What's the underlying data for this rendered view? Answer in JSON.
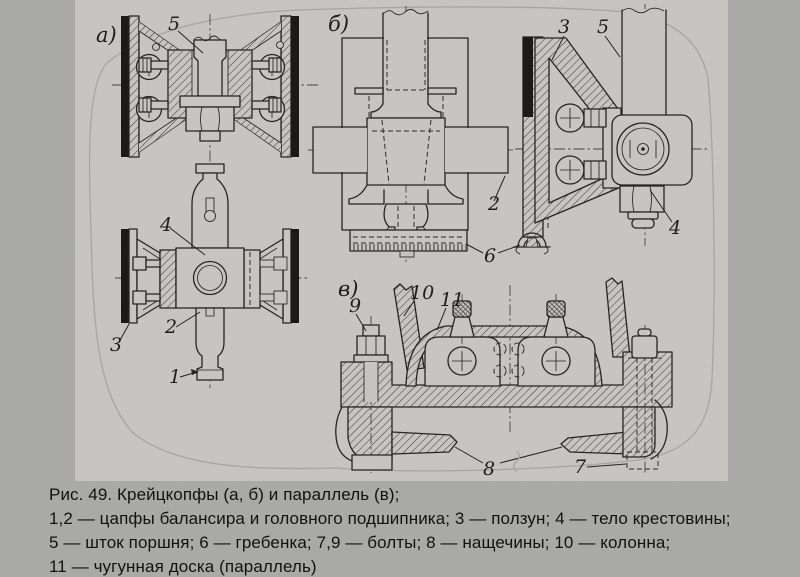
{
  "figure": {
    "views": {
      "a": "а)",
      "b": "б)",
      "v": "в)"
    },
    "part_numbers": {
      "n1": "1",
      "n2": "2",
      "n3": "3",
      "n4": "4",
      "n5": "5",
      "n6": "6",
      "n7": "7",
      "n8": "8",
      "n9": "9",
      "n10": "10",
      "n11": "11"
    }
  },
  "caption": {
    "line1": "Рис. 49. Крейцкопфы (а, б) и параллель (в);",
    "line2": "1,2 — цапфы балансира и головного подшипника; 3 — ползун; 4 — тело крестовины;",
    "line3": "5 — шток поршня; 6 — гребенка; 7,9 — болты; 8 — нащечины; 10 — колонна;",
    "line4": "11 — чугунная доска (параллель)"
  },
  "colors": {
    "page_bg": "#a9a9a7",
    "paper_bg": "#c6c5c1",
    "ink": "#23221e"
  }
}
